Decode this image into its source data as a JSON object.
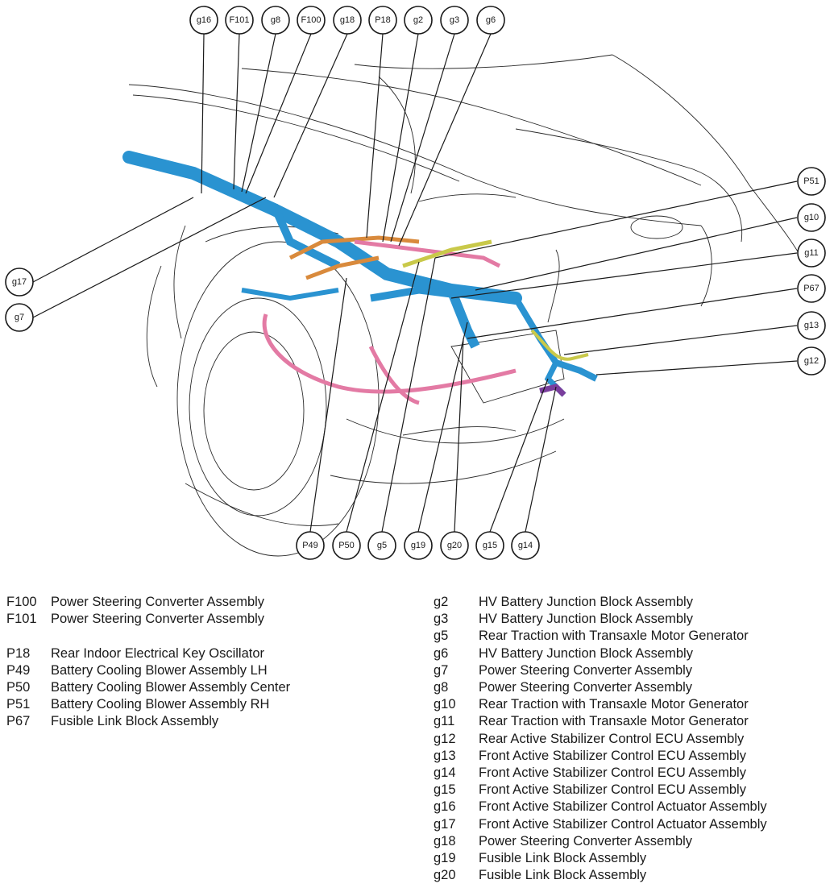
{
  "callouts_top": [
    "g16",
    "F101",
    "g8",
    "F100",
    "g18",
    "P18",
    "g2",
    "g3",
    "g6"
  ],
  "callouts_right": [
    "P51",
    "g10",
    "g11",
    "P67",
    "g13",
    "g12"
  ],
  "callouts_left": [
    "g17",
    "g7"
  ],
  "callouts_bottom": [
    "P49",
    "P50",
    "g5",
    "g19",
    "g20",
    "g15",
    "g14"
  ],
  "colors": {
    "harness_blue": "#2a93d1",
    "harness_pink": "#e37aa4",
    "harness_orange": "#d98a3c",
    "harness_yellow": "#c9c94a",
    "harness_purple": "#7a3e9c",
    "line": "#1a1a1a"
  },
  "legend_left": [
    {
      "code": "F100",
      "desc": "Power Steering Converter Assembly"
    },
    {
      "code": "F101",
      "desc": "Power Steering Converter Assembly"
    },
    {
      "code": "",
      "desc": ""
    },
    {
      "code": "P18",
      "desc": "Rear Indoor Electrical Key Oscillator"
    },
    {
      "code": "P49",
      "desc": "Battery Cooling Blower Assembly LH"
    },
    {
      "code": "P50",
      "desc": "Battery Cooling Blower Assembly Center"
    },
    {
      "code": "P51",
      "desc": "Battery Cooling Blower Assembly RH"
    },
    {
      "code": "P67",
      "desc": "Fusible Link Block Assembly"
    }
  ],
  "legend_right": [
    {
      "code": "g2",
      "desc": "HV Battery Junction Block Assembly"
    },
    {
      "code": "g3",
      "desc": "HV Battery Junction Block Assembly"
    },
    {
      "code": "g5",
      "desc": "Rear Traction with Transaxle Motor Generator"
    },
    {
      "code": "g6",
      "desc": "HV Battery Junction Block Assembly"
    },
    {
      "code": "g7",
      "desc": "Power Steering Converter Assembly"
    },
    {
      "code": "g8",
      "desc": "Power Steering Converter Assembly"
    },
    {
      "code": "g10",
      "desc": "Rear Traction with Transaxle Motor Generator"
    },
    {
      "code": "g11",
      "desc": "Rear Traction with Transaxle Motor Generator"
    },
    {
      "code": "g12",
      "desc": "Rear Active Stabilizer Control ECU Assembly"
    },
    {
      "code": "g13",
      "desc": "Front Active Stabilizer Control ECU Assembly"
    },
    {
      "code": "g14",
      "desc": "Front Active Stabilizer Control ECU Assembly"
    },
    {
      "code": "g15",
      "desc": "Front Active Stabilizer Control ECU Assembly"
    },
    {
      "code": "g16",
      "desc": "Front Active Stabilizer Control Actuator Assembly"
    },
    {
      "code": "g17",
      "desc": "Front Active Stabilizer Control Actuator Assembly"
    },
    {
      "code": "g18",
      "desc": "Power Steering Converter Assembly"
    },
    {
      "code": "g19",
      "desc": "Fusible Link Block Assembly"
    },
    {
      "code": "g20",
      "desc": "Fusible Link Block Assembly"
    }
  ]
}
